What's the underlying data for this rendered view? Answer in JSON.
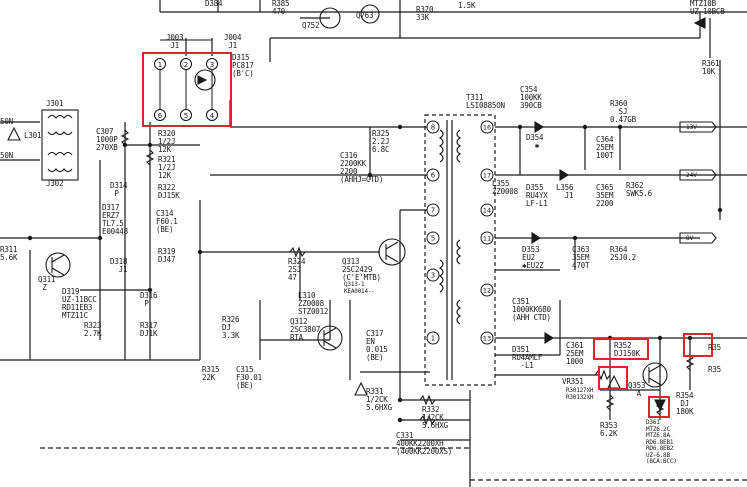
{
  "highlight_color": "#d8262b",
  "components": {
    "top": {
      "d384": "D384",
      "r385": "R385\n470",
      "q752": "Q752",
      "q763": "Q763",
      "r370": "R370\n33K",
      "r_1k5": "1.5K",
      "mtz": "MTZ10B\nUZ-10BCB",
      "r361": "R361\n10K"
    },
    "opto": {
      "j003": "J003\n J1",
      "j004": "J004\n J1",
      "d315": "D315\nPC817\n(B'C)",
      "pins": [
        "1",
        "2",
        "3",
        "6",
        "5",
        "4"
      ]
    },
    "left": {
      "j301": "J301",
      "l301": "L301",
      "j302": "J302",
      "c307": "C307\n1000P\n270XB",
      "sym_50n_a": "50N",
      "sym_50n_b": "50N",
      "r320": "R320\n1/2J\n12K",
      "r321": "R321\n1/2J\n12K",
      "r322": "R322\nDJ15K",
      "d314": "D314\n P",
      "d317": "D317\nERZ7\nTL7.5\nE00448",
      "c314": "C314\nF60.1\n(BE)",
      "r319": "R319\nDJ47",
      "r311": "R311\n5.6K",
      "q311": "Q311\n Z",
      "d318": "D318\n  J1",
      "d319": "D319\nUZ-11BCC\nRD11EB3\nMTZ11C",
      "d316": "D316\n P",
      "r323": "R323\n2.7K",
      "r317": "R317\nDJ1K"
    },
    "middle": {
      "r325": "R325\n2.2J\n6.8C",
      "c316": "C316\n2200KK\n2200\n(AHHJ=CTD)",
      "r324": "R324\n2SJ\n47",
      "q313": "Q313\n2SC2429\n(C'E'MTB)",
      "q313_1": "Q313-1\nKEA0014--",
      "l310": "L310\nZZ0008\nSTZ0012",
      "q312": "Q312\n2SC3807\nRTA",
      "c317": "C317\nEN\n0.015\n(BE)",
      "r326": "R326\nDJ\n3.3K",
      "c315": "C315\nF30.01\n(BE)",
      "r315": "R315\n22K",
      "r331": "R331\n1/2CK\n5.6HXG",
      "r332": "R332\n1/2CK\n5.6HXG",
      "c331": "C331\n400KK2200XH\n(400KK2200XS)",
      "t311": "T311\nLSI0885ON"
    },
    "right": {
      "c354": "C354\n100KK\n390CB",
      "r360": "R360\n  SJ\n0.47GB",
      "d354": "D354\n  ✱",
      "c364": "C364\n25EM\n100T",
      "l355": "L355\nZZ0008",
      "d355": "D355\nRU4YX\nLF-L1",
      "l356": "L356\n  J1",
      "c365": "C365\n35EM\n2200",
      "r362": "R362\nSWK5.6",
      "d353": "D353\nEU2\n✱EU2Z",
      "c363": "C363\n35EM\n470T",
      "r364": "R364\n2SJ0.2",
      "c351": "C351\n1000KK680\n(AHH CTD)",
      "d351": "D351\nRU4AMLF\n  -L1",
      "c361": "C361\n25EM\n1000",
      "r352": "R352\nDJ150K",
      "vr351": "VR351",
      "vr351_detail": "R30127XH\nR30132XH",
      "q353": "Q353\n  A",
      "r353": "R353\n6.2K",
      "r354": "R354\n DJ\n180K",
      "d361": "D361\nMTZ6.2C\nMTZ6.8A\nRD6.8EB1\nRD6.8EB2\nUZ-6.8B\n(BCA:BCC)",
      "r35x_label": "R35",
      "r35x_b": "R35",
      "arrow_labels": [
        "13V",
        "24V",
        "8V"
      ]
    }
  },
  "transformer_pins_left": [
    "8",
    "6",
    "7",
    "5",
    "3",
    "1"
  ],
  "transformer_pins_right": [
    "16",
    "17",
    "14",
    "11",
    "12",
    "13"
  ]
}
